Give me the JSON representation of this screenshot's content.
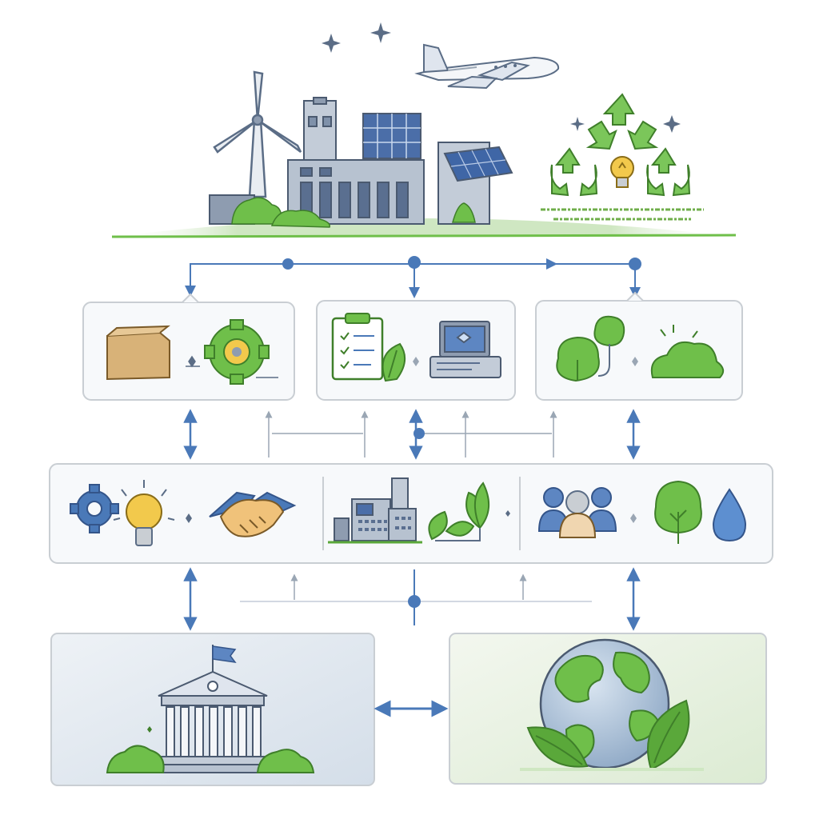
{
  "header_scene": {
    "caption_line_1": "",
    "caption_line_2": "",
    "elements": [
      "wind-turbine",
      "factory",
      "solar-building",
      "airplane",
      "recycle-icon",
      "lightbulb-icon",
      "sparkle-icon"
    ]
  },
  "row_1": [
    {
      "id": "supply",
      "icons": [
        "box-icon",
        "gear-icon"
      ]
    },
    {
      "id": "operations",
      "icons": [
        "checklist-icon",
        "leaf-icon",
        "computer-icon"
      ]
    },
    {
      "id": "nature",
      "icons": [
        "tree-icon",
        "bush-icon"
      ]
    }
  ],
  "row_2": [
    {
      "id": "collaboration",
      "icons": [
        "gear-icon",
        "lightbulb-icon",
        "handshake-icon"
      ]
    },
    {
      "id": "green-industry",
      "icons": [
        "factory-icon",
        "plant-icon"
      ]
    },
    {
      "id": "community",
      "icons": [
        "people-icon",
        "tree-icon",
        "water-drop-icon"
      ]
    }
  ],
  "row_3": [
    {
      "id": "institution",
      "icons": [
        "government-building-icon",
        "flag-icon"
      ]
    },
    {
      "id": "planet",
      "icons": [
        "globe-icon",
        "leaf-icon"
      ]
    }
  ],
  "colors": {
    "connector": "#4a79b8",
    "connector_light": "#9aa6b4",
    "green": "#5aa83a",
    "green_dark": "#3f7f2a",
    "box_border": "#c9ced3",
    "steel": "#8e9cb0",
    "gold": "#f2c94c"
  }
}
